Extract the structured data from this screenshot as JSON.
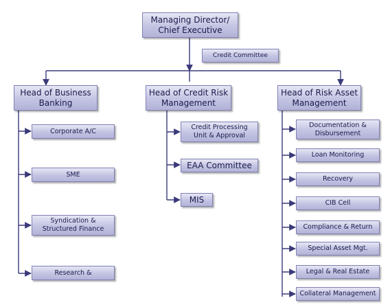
{
  "root": {
    "label": "Managing Director/\nChief Executive"
  },
  "committee": {
    "label": "Credit Committee"
  },
  "heads": [
    {
      "label": "Head of Business\nBanking"
    },
    {
      "label": "Head of Credit Risk\nManagement"
    },
    {
      "label": "Head of Risk Asset\nManagement"
    }
  ],
  "business_units": [
    {
      "label": "Corporate A/C"
    },
    {
      "label": "SME"
    },
    {
      "label": "Syndication &\nStructured Finance"
    },
    {
      "label": "Research &"
    }
  ],
  "credit_units": [
    {
      "label": "Credit Processing\nUnit & Approval"
    },
    {
      "label": "EAA Committee"
    },
    {
      "label": "MIS"
    }
  ],
  "asset_units": [
    {
      "label": "Documentation &\nDisbursement"
    },
    {
      "label": "Loan Monitoring"
    },
    {
      "label": "Recovery"
    },
    {
      "label": "CIB Cell"
    },
    {
      "label": "Compliance & Return"
    },
    {
      "label": "Special Asset Mgt."
    },
    {
      "label": "Legal & Real Estate"
    },
    {
      "label": "Collateral Management"
    }
  ],
  "colors": {
    "line": "#3a3a7a",
    "box_border": "#8080b4",
    "text": "#1a1a4a"
  }
}
